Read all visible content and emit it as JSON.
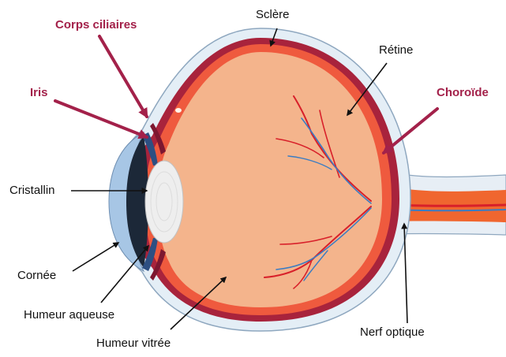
{
  "colors": {
    "highlight": "#a3214a",
    "text": "#111111",
    "sclera": "#e4eef6",
    "choroid": "#a8233c",
    "retina": "#ef5a3e",
    "vitreous": "#f4b48c",
    "vessel_red": "#d8202a",
    "vessel_blue": "#3a7cc3",
    "iris": "#2d4f82",
    "cornea": "#a7c6e5",
    "lens": "#eeeeee",
    "optic_nerve": "#f0662f"
  },
  "labels": {
    "corps_ciliaires": "Corps ciliaires",
    "iris": "Iris",
    "sclere": "Sclère",
    "retine": "Rétine",
    "choroide": "Choroïde",
    "cristallin": "Cristallin",
    "cornee": "Cornée",
    "humeur_aqueuse": "Humeur aqueuse",
    "humeur_vitree": "Humeur vitrée",
    "nerf_optique": "Nerf optique"
  },
  "highlighted_labels": [
    "Corps ciliaires",
    "Iris",
    "Choroïde"
  ]
}
